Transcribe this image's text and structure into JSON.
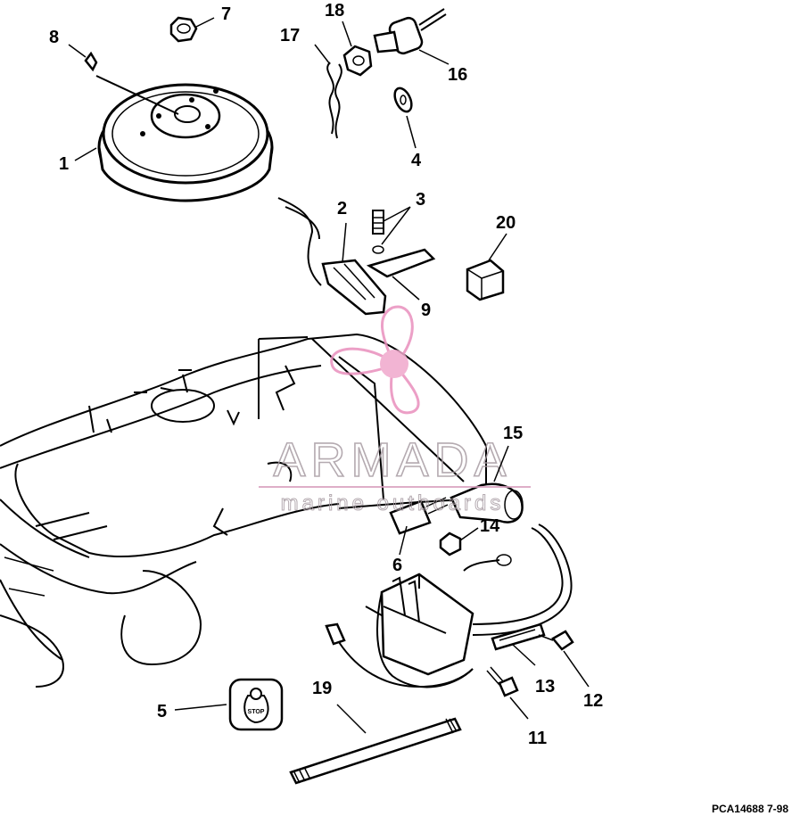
{
  "diagram": {
    "part_callouts": [
      "1",
      "2",
      "3",
      "4",
      "5",
      "6",
      "7",
      "8",
      "9",
      "11",
      "12",
      "13",
      "14",
      "15",
      "16",
      "17",
      "18",
      "19",
      "20"
    ],
    "code": "PCA14688  7-98",
    "stop_button_text": "STOP"
  },
  "watermark": {
    "brand": "ARMADA",
    "tagline": "marine outboards",
    "color": "#f0a8cc"
  }
}
